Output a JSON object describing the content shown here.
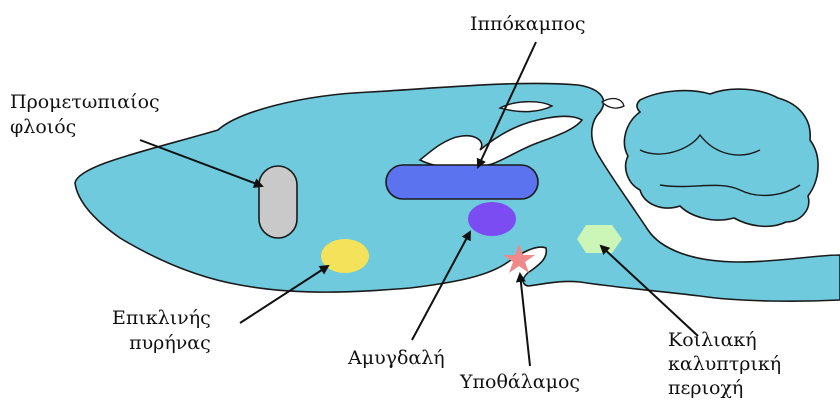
{
  "labels": {
    "prefrontal_cortex": [
      "Προμετωπιαίος",
      "φλοιός"
    ],
    "hippocampus": "Ιππόκαμπος",
    "nucleus_accumbens": [
      "Επικλινής",
      "πυρήνας"
    ],
    "amygdala": "Αμυγδαλή",
    "hypothalamus": "Υποθάλαμος",
    "ventral_tegmental_area": [
      "Κοιλιακή",
      "καλυπτρική",
      "περιοχή"
    ]
  },
  "colors": {
    "brain": "#6ecadc",
    "outline": "#1a1a1a",
    "prefrontal_cortex": "#c9c9c9",
    "hippocampus": "#5b73ee",
    "amygdala": "#7a4cf2",
    "nucleus_accumbens": "#f4e35a",
    "hypothalamus": "#f08a8a",
    "ventral_tegmental_area": "#ccf5b8"
  }
}
